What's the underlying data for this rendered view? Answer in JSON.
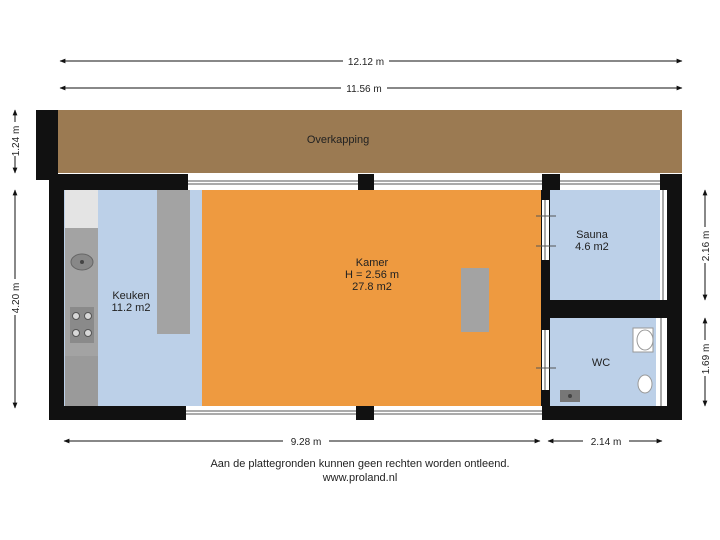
{
  "dimensions": {
    "top_outer": "12.12 m",
    "top_inner": "11.56 m",
    "left_overkapping": "1.24 m",
    "left_main": "4.20 m",
    "right_sauna": "2.16 m",
    "right_wc": "1.69 m",
    "bottom_main": "9.28 m",
    "bottom_right": "2.14 m"
  },
  "rooms": {
    "overkapping": {
      "name": "Overkapping"
    },
    "keuken": {
      "name": "Keuken",
      "area": "11.2 m2"
    },
    "kamer": {
      "name": "Kamer",
      "height": "H = 2.56 m",
      "area": "27.8 m2"
    },
    "sauna": {
      "name": "Sauna",
      "area": "4.6 m2"
    },
    "wc": {
      "name": "WC"
    }
  },
  "footer": {
    "disclaimer": "Aan de plattegronden kunnen geen rechten worden ontleend.",
    "website": "www.proland.nl"
  },
  "colors": {
    "overkapping": "#9b7a52",
    "keuken": "#bcd0e8",
    "kamer": "#ee9a40",
    "sauna": "#bcd0e8",
    "wc": "#bcd0e8",
    "wall": "#111111",
    "counter": "#a3a3a3"
  }
}
